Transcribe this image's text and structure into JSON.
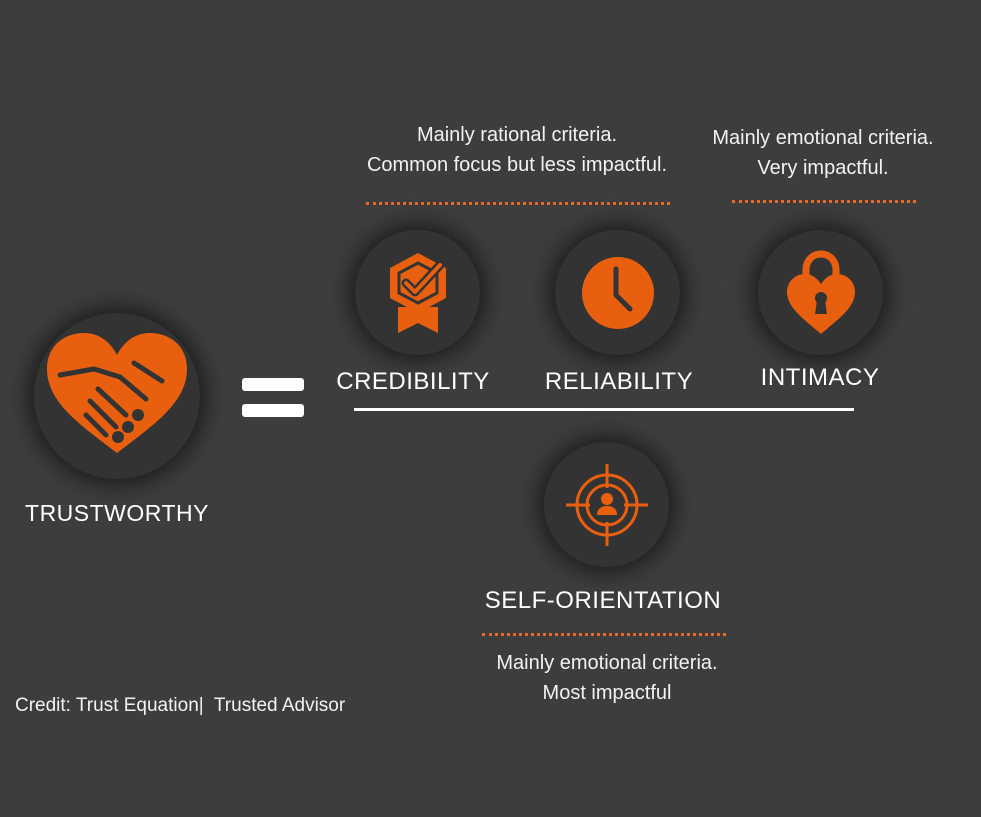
{
  "colors": {
    "background": "#3d3d3d",
    "circle": "#333333",
    "accent": "#e8600f",
    "text": "#ffffff"
  },
  "trustworthy": {
    "label": "TRUSTWORTHY",
    "icon": "handshake-heart-icon"
  },
  "equals": {
    "icon": "equals-sign"
  },
  "rational_note": {
    "line1": "Mainly rational criteria.",
    "line2": "Common focus but less impactful."
  },
  "emotional_note": {
    "line1": "Mainly emotional criteria.",
    "line2": "Very impactful."
  },
  "credibility": {
    "label": "CREDIBILITY",
    "icon": "badge-check-icon"
  },
  "reliability": {
    "label": "RELIABILITY",
    "icon": "clock-icon"
  },
  "intimacy": {
    "label": "INTIMACY",
    "icon": "heart-lock-icon"
  },
  "self_orientation": {
    "label": "SELF-ORIENTATION",
    "icon": "target-person-icon",
    "note_line1": "Mainly emotional criteria.",
    "note_line2": "Most impactful"
  },
  "credit": "Credit: Trust Equation|  Trusted Advisor"
}
